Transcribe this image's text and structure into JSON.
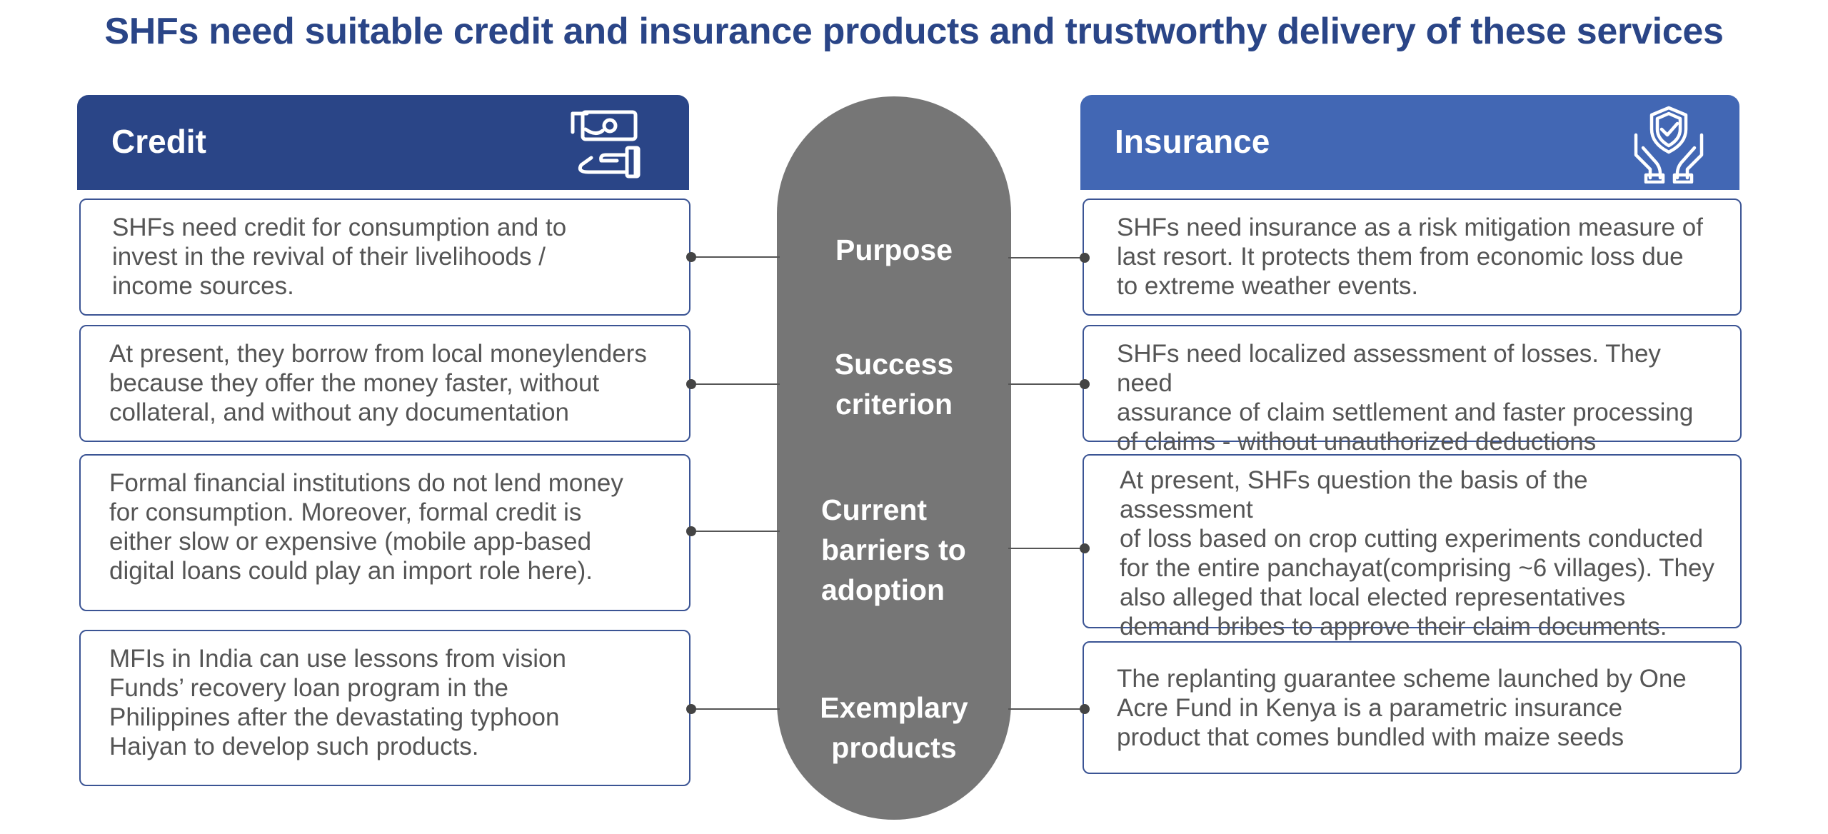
{
  "title": "SHFs need suitable credit and insurance products and trustworthy delivery of these services",
  "colors": {
    "credit_header": "#2a4587",
    "insurance_header": "#4267b4",
    "center_pill": "#767676",
    "box_border": "#3b5494"
  },
  "credit": {
    "header": "Credit",
    "icon": "cash-hand-icon",
    "rows": [
      {
        "lines": [
          "SHFs need credit for consumption and to",
          "invest in the revival of their livelihoods /",
          "income sources."
        ]
      },
      {
        "lines": [
          "At present, they borrow from local moneylenders",
          "because they offer the money faster, without",
          "collateral, and without any documentation"
        ]
      },
      {
        "lines": [
          "Formal financial institutions do not lend money",
          "for consumption. Moreover, formal credit is",
          "either slow or expensive  (mobile app-based",
          "digital loans could play an import role here)."
        ]
      },
      {
        "lines": [
          "MFIs in India can use lessons from vision",
          "Funds’ recovery loan program in the",
          "Philippines after the devastating typhoon",
          "Haiyan to develop such products."
        ]
      }
    ]
  },
  "insurance": {
    "header": "Insurance",
    "icon": "shield-hands-icon",
    "rows": [
      {
        "lines": [
          "SHFs need insurance as a risk mitigation measure of",
          "last resort. It protects them from economic loss due",
          "to extreme weather events."
        ]
      },
      {
        "lines": [
          "SHFs need localized assessment of losses. They need",
          "assurance of claim settlement and faster processing",
          "of claims - without unauthorized deductions"
        ]
      },
      {
        "lines": [
          "At present, SHFs question the basis of the assessment",
          "of loss based on crop cutting experiments conducted",
          "for the entire panchayat(comprising ~6 villages). They",
          "also alleged that local elected representatives",
          "demand bribes to approve their claim documents."
        ]
      },
      {
        "lines": [
          "The replanting guarantee scheme launched by One",
          "Acre Fund in Kenya is a parametric insurance",
          "product that comes bundled with maize seeds"
        ]
      }
    ]
  },
  "criteria": [
    {
      "lines": [
        "Purpose"
      ]
    },
    {
      "lines": [
        "Success",
        "criterion"
      ]
    },
    {
      "lines": [
        "Current",
        "barriers to",
        "adoption"
      ]
    },
    {
      "lines": [
        "Exemplary",
        "products"
      ]
    }
  ]
}
